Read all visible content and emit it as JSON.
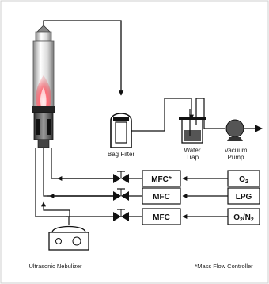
{
  "diagram": {
    "labels": {
      "bag_filter": "Bag Filter",
      "water_trap_line1": "Water",
      "water_trap_line2": "Trap",
      "vacuum_pump_line1": "Vacuum",
      "vacuum_pump_line2": "Pump",
      "nebulizer": "Ultrasonic Nebulizer",
      "footnote": "*Mass Flow Controller"
    },
    "controllers": [
      "MFC*",
      "MFC",
      "MFC"
    ],
    "gases": [
      {
        "base": "O",
        "sub": "2"
      },
      {
        "base": "LPG",
        "sub": ""
      },
      {
        "base": "O",
        "sub": "2",
        "suffix": "/N",
        "sub2": "2"
      }
    ]
  }
}
